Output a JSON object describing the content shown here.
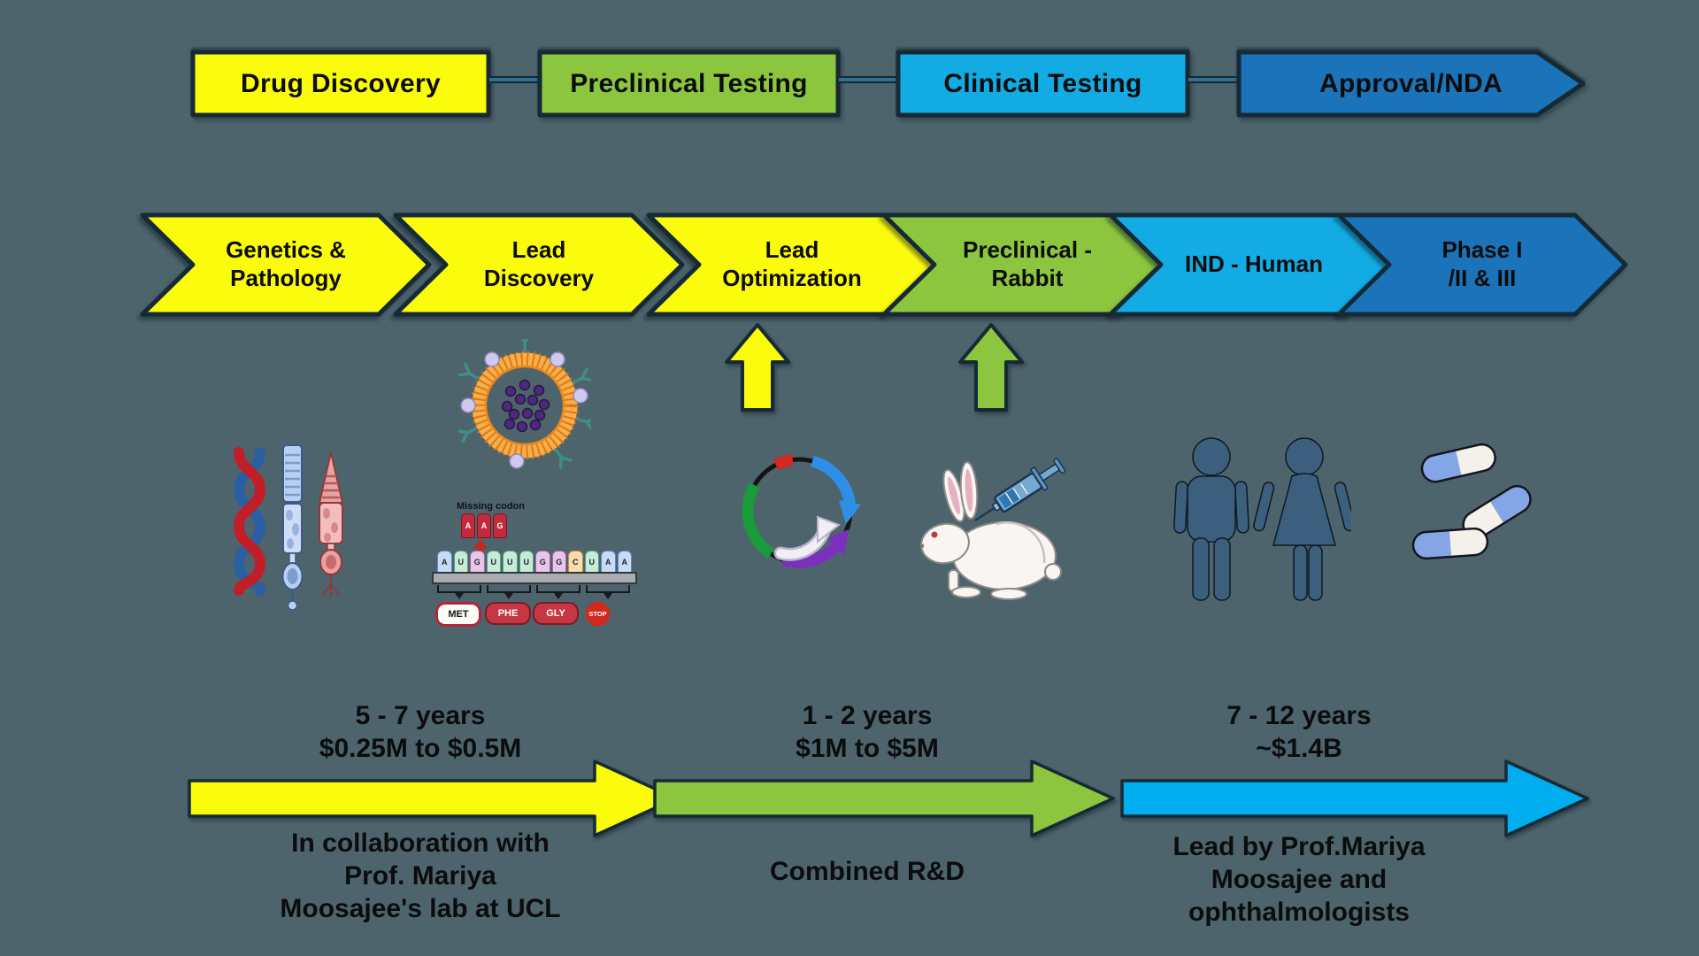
{
  "background_color": "#4D646D",
  "border_color": "#152A35",
  "stages": [
    {
      "label": "Drug Discovery",
      "color": "#FBFB0C"
    },
    {
      "label": "Preclinical Testing",
      "color": "#8CC63F"
    },
    {
      "label": "Clinical Testing",
      "color": "#12ABE3"
    },
    {
      "label": "Approval/NDA",
      "color": "#1B74BA"
    }
  ],
  "chevrons": [
    {
      "line1": "Genetics &",
      "line2": "Pathology",
      "color": "#FBFB0C"
    },
    {
      "line1": "Lead",
      "line2": "Discovery",
      "color": "#FBFB0C"
    },
    {
      "line1": "Lead",
      "line2": "Optimization",
      "color": "#FBFB0C"
    },
    {
      "line1": "Preclinical -",
      "line2": "Rabbit",
      "color": "#8CC63F"
    },
    {
      "line1": "IND - Human",
      "line2": "",
      "color": "#12ABE3"
    },
    {
      "line1": "Phase I",
      "line2": "/II & III",
      "color": "#1B74BA"
    }
  ],
  "up_arrows": [
    {
      "color": "#FBFB0C"
    },
    {
      "color": "#8CC63F"
    }
  ],
  "codon_diagram": {
    "missing_codon_label": "Missing codon",
    "inserted_bases": [
      "A",
      "A",
      "G"
    ],
    "mrna_sequence": [
      "A",
      "U",
      "G",
      "U",
      "U",
      "U",
      "G",
      "G",
      "C",
      "U",
      "A",
      "A"
    ],
    "amino_acids": [
      "MET",
      "PHE",
      "GLY",
      "STOP"
    ]
  },
  "timeline": [
    {
      "duration": "5 - 7 years",
      "cost": "$0.25M to $0.5M",
      "arrow_color": "#FBFB0C",
      "note_lines": [
        "In collaboration with",
        "Prof. Mariya",
        "Moosajee's lab at UCL"
      ]
    },
    {
      "duration": "1 - 2 years",
      "cost": "$1M to $5M",
      "arrow_color": "#8CC63F",
      "note_lines": [
        "Combined R&D"
      ]
    },
    {
      "duration": "7 - 12 years",
      "cost": "~$1.4B",
      "arrow_color": "#00AEEF",
      "note_lines": [
        "Lead by Prof.Mariya",
        "Moosajee and",
        "ophthalmologists"
      ]
    }
  ],
  "icons": {
    "dna": "dna-double-helix",
    "rod_cell": "rod-photoreceptor-cell",
    "cone_cell": "cone-photoreceptor-cell",
    "nanoparticle": "lipid-nanoparticle-with-antibodies",
    "plasmid": "plasmid-vector-map",
    "rabbit": "white-rabbit-with-syringe",
    "humans": "male-and-female-figures",
    "pills": "capsule-pills"
  }
}
